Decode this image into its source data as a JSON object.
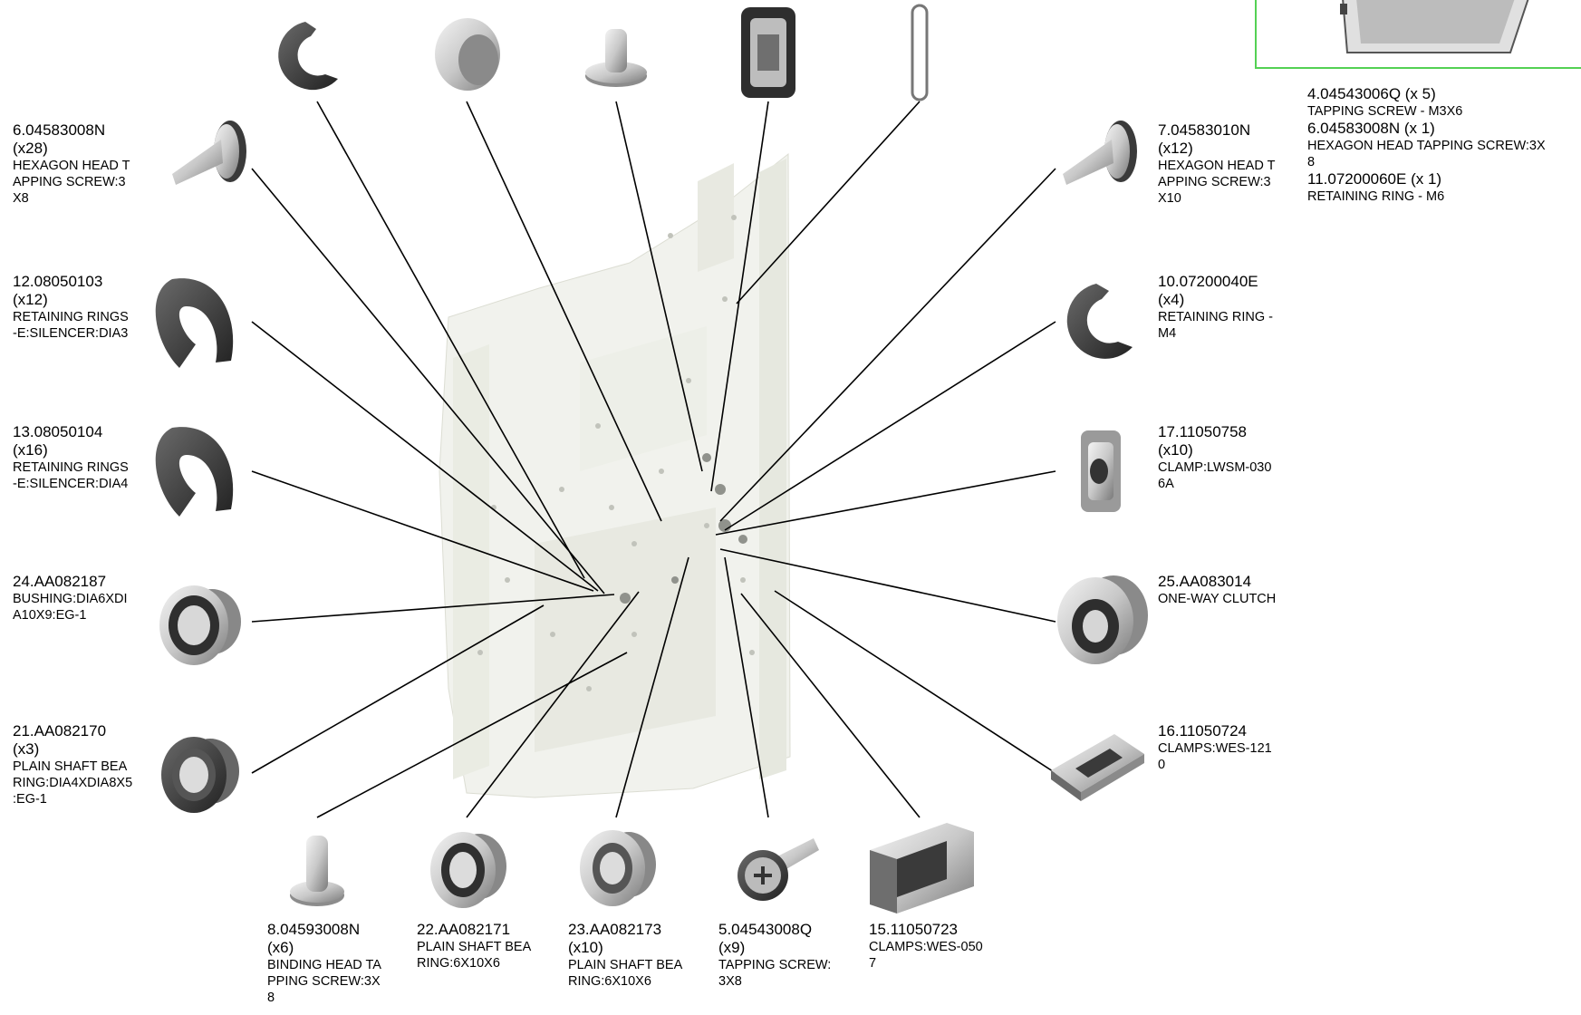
{
  "parts": [
    {
      "id": "p6",
      "number": "6.04583008N",
      "qty": "(x28)",
      "desc": "HEXAGON HEAD T\nAPPING SCREW:3\nX8"
    },
    {
      "id": "p12",
      "number": "12.08050103",
      "qty": "(x12)",
      "desc": "RETAINING RINGS\n-E:SILENCER:DIA3"
    },
    {
      "id": "p13",
      "number": "13.08050104",
      "qty": "(x16)",
      "desc": "RETAINING RINGS\n-E:SILENCER:DIA4"
    },
    {
      "id": "p24",
      "number": "24.AA082187",
      "qty": "",
      "desc": "BUSHING:DIA6XDI\nA10X9:EG-1"
    },
    {
      "id": "p21",
      "number": "21.AA082170",
      "qty": "(x3)",
      "desc": "PLAIN SHAFT BEA\nRING:DIA4XDIA8X5\n:EG-1"
    },
    {
      "id": "p7",
      "number": "7.04583010N",
      "qty": "(x12)",
      "desc": "HEXAGON HEAD T\nAPPING SCREW:3\nX10"
    },
    {
      "id": "p10",
      "number": "10.07200040E",
      "qty": "(x4)",
      "desc": "RETAINING RING -\nM4"
    },
    {
      "id": "p17",
      "number": "17.11050758",
      "qty": "(x10)",
      "desc": "CLAMP:LWSM-030\n6A"
    },
    {
      "id": "p25",
      "number": "25.AA083014",
      "qty": "",
      "desc": "ONE-WAY CLUTCH"
    },
    {
      "id": "p16",
      "number": "16.11050724",
      "qty": "",
      "desc": "CLAMPS:WES-121\n0"
    },
    {
      "id": "p8",
      "number": "8.04593008N",
      "qty": "(x6)",
      "desc": "BINDING HEAD TA\nPPING SCREW:3X\n8"
    },
    {
      "id": "p22",
      "number": "22.AA082171",
      "qty": "",
      "desc": "PLAIN SHAFT BEA\nRING:6X10X6"
    },
    {
      "id": "p23",
      "number": "23.AA082173",
      "qty": "(x10)",
      "desc": "PLAIN SHAFT BEA\nRING:6X10X6"
    },
    {
      "id": "p5",
      "number": "5.04543008Q",
      "qty": "(x9)",
      "desc": "TAPPING SCREW:\n3X8"
    },
    {
      "id": "p15",
      "number": "15.11050723",
      "qty": "",
      "desc": "CLAMPS:WES-050\n7"
    }
  ],
  "inset_parts": [
    {
      "number": "4.04543006Q (x 5)",
      "desc": "TAPPING SCREW - M3X6"
    },
    {
      "number": "6.04583008N (x 1)",
      "desc": "HEXAGON HEAD TAPPING SCREW:3X\n8"
    },
    {
      "number": "11.07200060E (x 1)",
      "desc": "RETAINING RING - M6"
    }
  ],
  "colors": {
    "inset_border": "#54d154",
    "line": "#000000",
    "part_fill": "#cfcfcf",
    "part_dark": "#3a3a3a",
    "assembly": "#e6e8e0"
  }
}
